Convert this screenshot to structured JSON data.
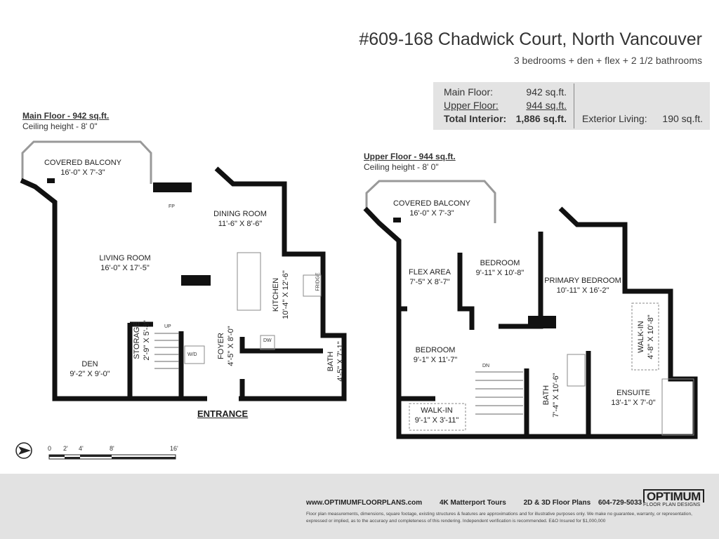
{
  "header": {
    "title": "#609-168 Chadwick Court, North Vancouver",
    "subtitle": "3 bedrooms + den + flex + 2 1/2 bathrooms"
  },
  "stats": {
    "main_floor_label": "Main Floor:",
    "main_floor_value": "942 sq.ft.",
    "upper_floor_label": "Upper Floor:",
    "upper_floor_value": "944 sq.ft.",
    "total_label": "Total Interior:",
    "total_value": "1,886 sq.ft.",
    "exterior_label": "Exterior Living:",
    "exterior_value": "190 sq.ft."
  },
  "main_floor": {
    "heading": "Main Floor - 942 sq.ft.",
    "ceiling": "Ceiling height - 8' 0\"",
    "rooms": [
      {
        "name": "COVERED BALCONY",
        "dims": "16'-0\" X 7'-3\""
      },
      {
        "name": "DINING ROOM",
        "dims": "11'-6\" X 8'-6\""
      },
      {
        "name": "LIVING ROOM",
        "dims": "16'-0\" X 17'-5\""
      },
      {
        "name": "KITCHEN",
        "dims": "10'-4\" X 12'-6\""
      },
      {
        "name": "DEN",
        "dims": "9'-2\" X 9'-0\""
      },
      {
        "name": "STORAGE",
        "dims": "2'-9\" X 5'-8\""
      },
      {
        "name": "FOYER",
        "dims": "4'-5\" X 8'-0\""
      },
      {
        "name": "BATH",
        "dims": "4'-5\" X 7'-1\""
      }
    ],
    "fixtures": {
      "fp": "FP",
      "fridge": "FRIDGE",
      "dw": "DW",
      "wd": "W/D",
      "up": "UP"
    },
    "entrance": "ENTRANCE"
  },
  "upper_floor": {
    "heading": "Upper Floor - 944 sq.ft.",
    "ceiling": "Ceiling height - 8' 0\"",
    "rooms": [
      {
        "name": "COVERED BALCONY",
        "dims": "16'-0\" X 7'-3\""
      },
      {
        "name": "FLEX AREA",
        "dims": "7'-5\" X 8'-7\""
      },
      {
        "name": "BEDROOM",
        "dims": "9'-11\" X 10'-8\""
      },
      {
        "name": "PRIMARY BEDROOM",
        "dims": "10'-11\" X 16'-2\""
      },
      {
        "name": "BEDROOM",
        "dims": "9'-1\" X 11'-7\""
      },
      {
        "name": "WALK-IN",
        "dims": "4'-8\" X 10'-8\""
      },
      {
        "name": "WALK-IN",
        "dims": "9'-1\" X 3'-11\""
      },
      {
        "name": "BATH",
        "dims": "7'-4\" X 10'-6\""
      },
      {
        "name": "ENSUITE",
        "dims": "13'-1\" X 7'-0\""
      }
    ],
    "fixtures": {
      "dn": "DN"
    }
  },
  "scale": {
    "ticks": [
      "0",
      "2'",
      "4'",
      "8'",
      "16'"
    ]
  },
  "footer": {
    "website": "www.OPTIMUMFLOORPLANS.com",
    "service1": "4K Matterport Tours",
    "service2": "2D & 3D Floor Plans",
    "phone": "604-729-5033",
    "disclaimer": "Floor plan measurements, dimensions, square footage, existing structures & features are approximations and for illustrative purposes only. We make no guarantee, warranty, or representation, expressed or implied, as to the accuracy and completeness of this rendering. Independent verification is recommended. E&O Insured for $1,000,000",
    "logo_top": "OPTIMUM",
    "logo_bottom": "FLOOR PLAN DESIGNS"
  }
}
